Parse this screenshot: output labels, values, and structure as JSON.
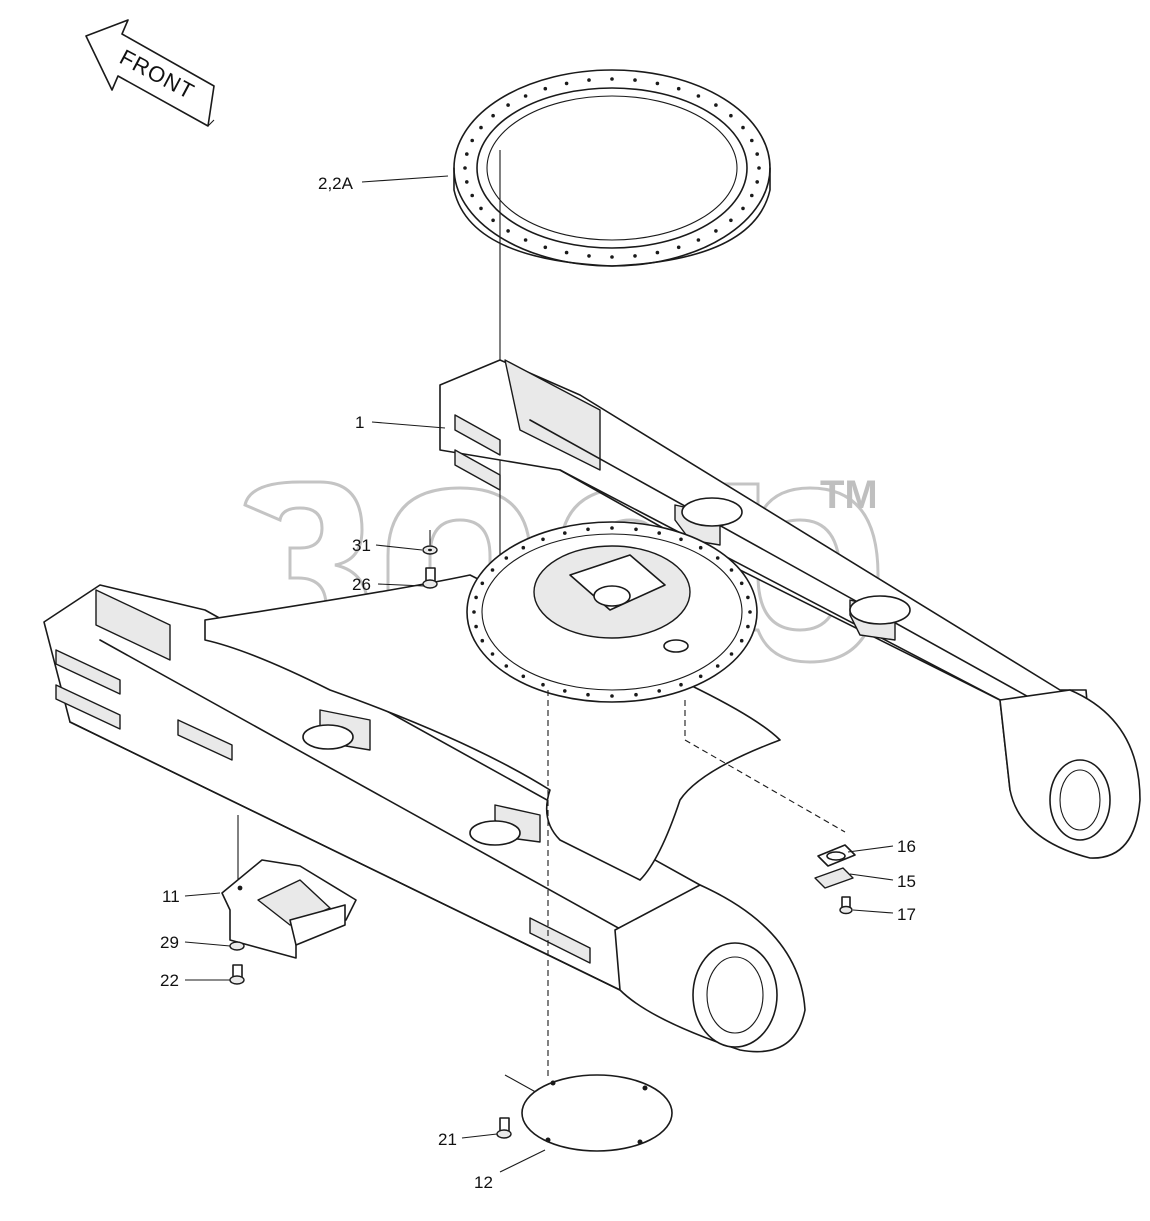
{
  "diagram": {
    "front_label": "FRONT",
    "watermark": "TM",
    "callouts": {
      "ring": "2,2A",
      "frame": "1",
      "washer_31": "31",
      "bolt_26": "26",
      "bracket_11": "11",
      "washer_29": "29",
      "bolt_22": "22",
      "plate_16": "16",
      "shim_15": "15",
      "bolt_17": "17",
      "bolt_21": "21",
      "cover_12": "12"
    }
  }
}
